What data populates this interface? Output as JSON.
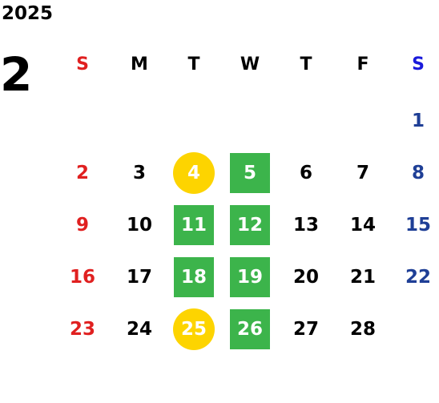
{
  "calendar": {
    "year": "2025",
    "month": "2",
    "weekdays": [
      "S",
      "M",
      "T",
      "W",
      "T",
      "F",
      "S"
    ],
    "weeks": [
      [
        "",
        "",
        "",
        "",
        "",
        "",
        "1"
      ],
      [
        "2",
        "3",
        "4",
        "5",
        "6",
        "7",
        "8"
      ],
      [
        "9",
        "10",
        "11",
        "12",
        "13",
        "14",
        "15"
      ],
      [
        "16",
        "17",
        "18",
        "19",
        "20",
        "21",
        "22"
      ],
      [
        "23",
        "24",
        "25",
        "26",
        "27",
        "28",
        ""
      ]
    ],
    "circle_highlight_days": [
      "4",
      "25"
    ],
    "square_highlight_days": [
      "5",
      "11",
      "12",
      "18",
      "19",
      "26"
    ]
  },
  "colors": {
    "sunday": "#e02020",
    "saturday_header": "#1a1adb",
    "saturday_date": "#1f3f96",
    "weekday": "#000000",
    "circle_fill": "#fdd400",
    "square_fill": "#3cb44b",
    "highlight_text": "#ffffff"
  }
}
